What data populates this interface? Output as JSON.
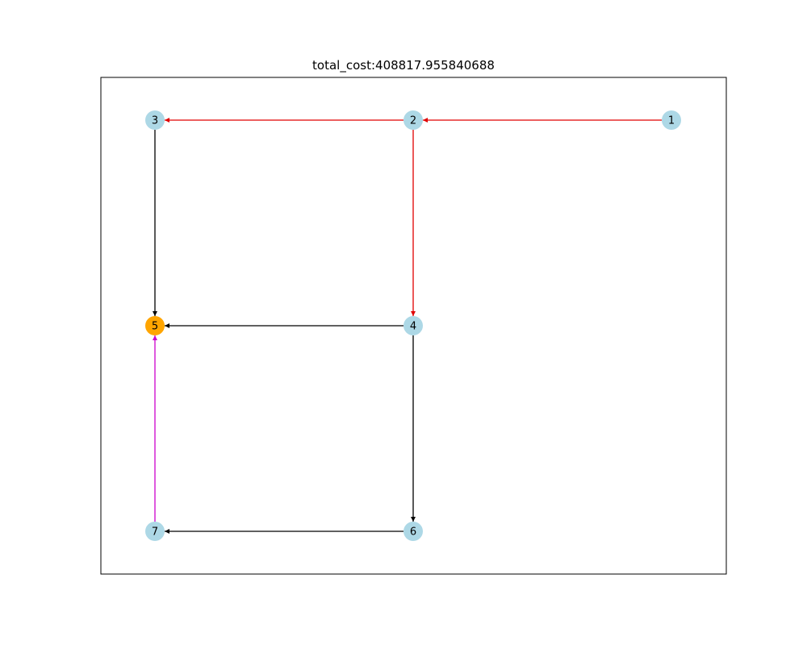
{
  "title": "total_cost:408817.955840688",
  "colors": {
    "node_default": "#add8e6",
    "node_highlight": "#ffa500",
    "edge_default": "#000000",
    "edge_red": "#e00000",
    "edge_magenta": "#cc00cc",
    "frame": "#000000"
  },
  "graph": {
    "nodes": [
      {
        "id": "1",
        "label": "1",
        "gx": 2,
        "gy": 0,
        "color": "node_default"
      },
      {
        "id": "2",
        "label": "2",
        "gx": 1,
        "gy": 0,
        "color": "node_default"
      },
      {
        "id": "3",
        "label": "3",
        "gx": 0,
        "gy": 0,
        "color": "node_default"
      },
      {
        "id": "4",
        "label": "4",
        "gx": 1,
        "gy": 1,
        "color": "node_default"
      },
      {
        "id": "5",
        "label": "5",
        "gx": 0,
        "gy": 1,
        "color": "node_highlight"
      },
      {
        "id": "6",
        "label": "6",
        "gx": 1,
        "gy": 2,
        "color": "node_default"
      },
      {
        "id": "7",
        "label": "7",
        "gx": 0,
        "gy": 2,
        "color": "node_default"
      }
    ],
    "edges": [
      {
        "from": "1",
        "to": "2",
        "color": "edge_red"
      },
      {
        "from": "2",
        "to": "3",
        "color": "edge_red"
      },
      {
        "from": "2",
        "to": "4",
        "color": "edge_red"
      },
      {
        "from": "3",
        "to": "5",
        "color": "edge_default"
      },
      {
        "from": "4",
        "to": "5",
        "color": "edge_default"
      },
      {
        "from": "4",
        "to": "6",
        "color": "edge_default"
      },
      {
        "from": "6",
        "to": "7",
        "color": "edge_default"
      },
      {
        "from": "7",
        "to": "5",
        "color": "edge_magenta"
      }
    ]
  }
}
